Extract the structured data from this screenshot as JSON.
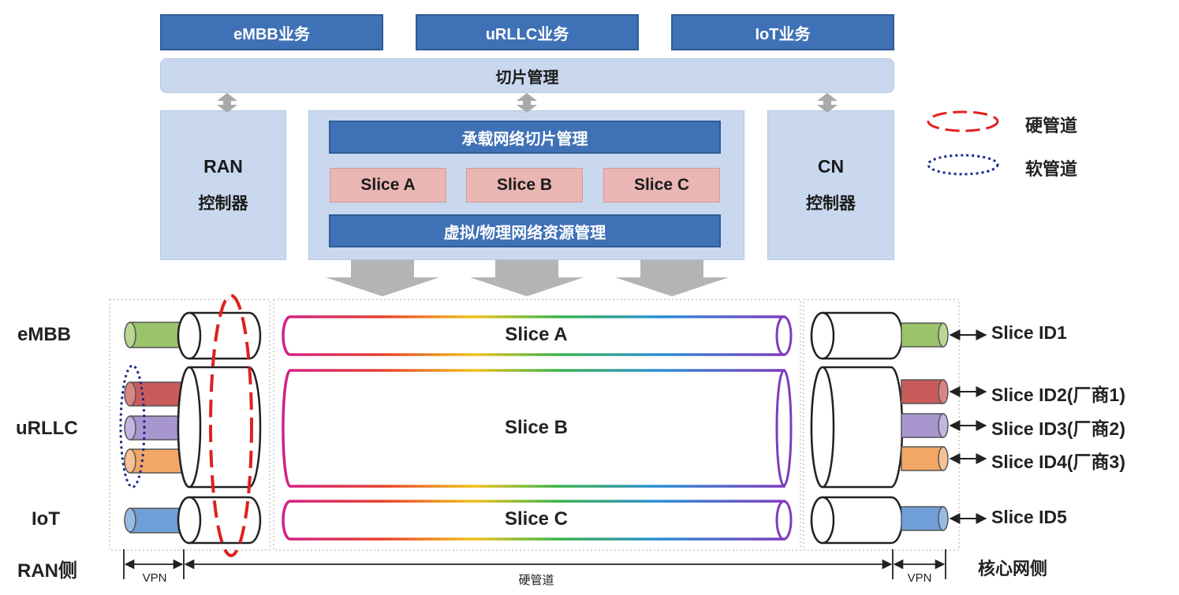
{
  "top_services": [
    "eMBB业务",
    "uRLLC业务",
    "IoT业务"
  ],
  "slice_management": "切片管理",
  "ran_controller": {
    "line1": "RAN",
    "line2": "控制器"
  },
  "cn_controller": {
    "line1": "CN",
    "line2": "控制器"
  },
  "bearer_slice_management": "承载网络切片管理",
  "slices": [
    "Slice A",
    "Slice B",
    "Slice C"
  ],
  "resource_management": "虚拟/物理网络资源管理",
  "legend": {
    "hard_pipe": "硬管道",
    "soft_pipe": "软管道"
  },
  "service_labels": [
    "eMBB",
    "uRLLC",
    "IoT"
  ],
  "pipe_labels": [
    "Slice A",
    "Slice B",
    "Slice C"
  ],
  "slice_ids": [
    "Slice ID1",
    "Slice ID2(厂商1)",
    "Slice ID3(厂商2)",
    "Slice ID4(厂商3)",
    "Slice ID5"
  ],
  "bottom": {
    "ran_side": "RAN侧",
    "core_side": "核心网侧",
    "vpn_left": "VPN",
    "vpn_right": "VPN",
    "hard_pipe_span": "硬管道"
  },
  "colors": {
    "dark_blue": "#3f71b6",
    "light_blue": "#c9d8ef",
    "slice_pink": "#e9b6b4",
    "green": "#9bc36b",
    "red": "#c95b5b",
    "purple": "#a896cf",
    "orange": "#f2a766",
    "blue": "#6f9fd6",
    "hard_pipe_ring": "#e02020",
    "soft_pipe_ring": "#1a2a8a"
  }
}
